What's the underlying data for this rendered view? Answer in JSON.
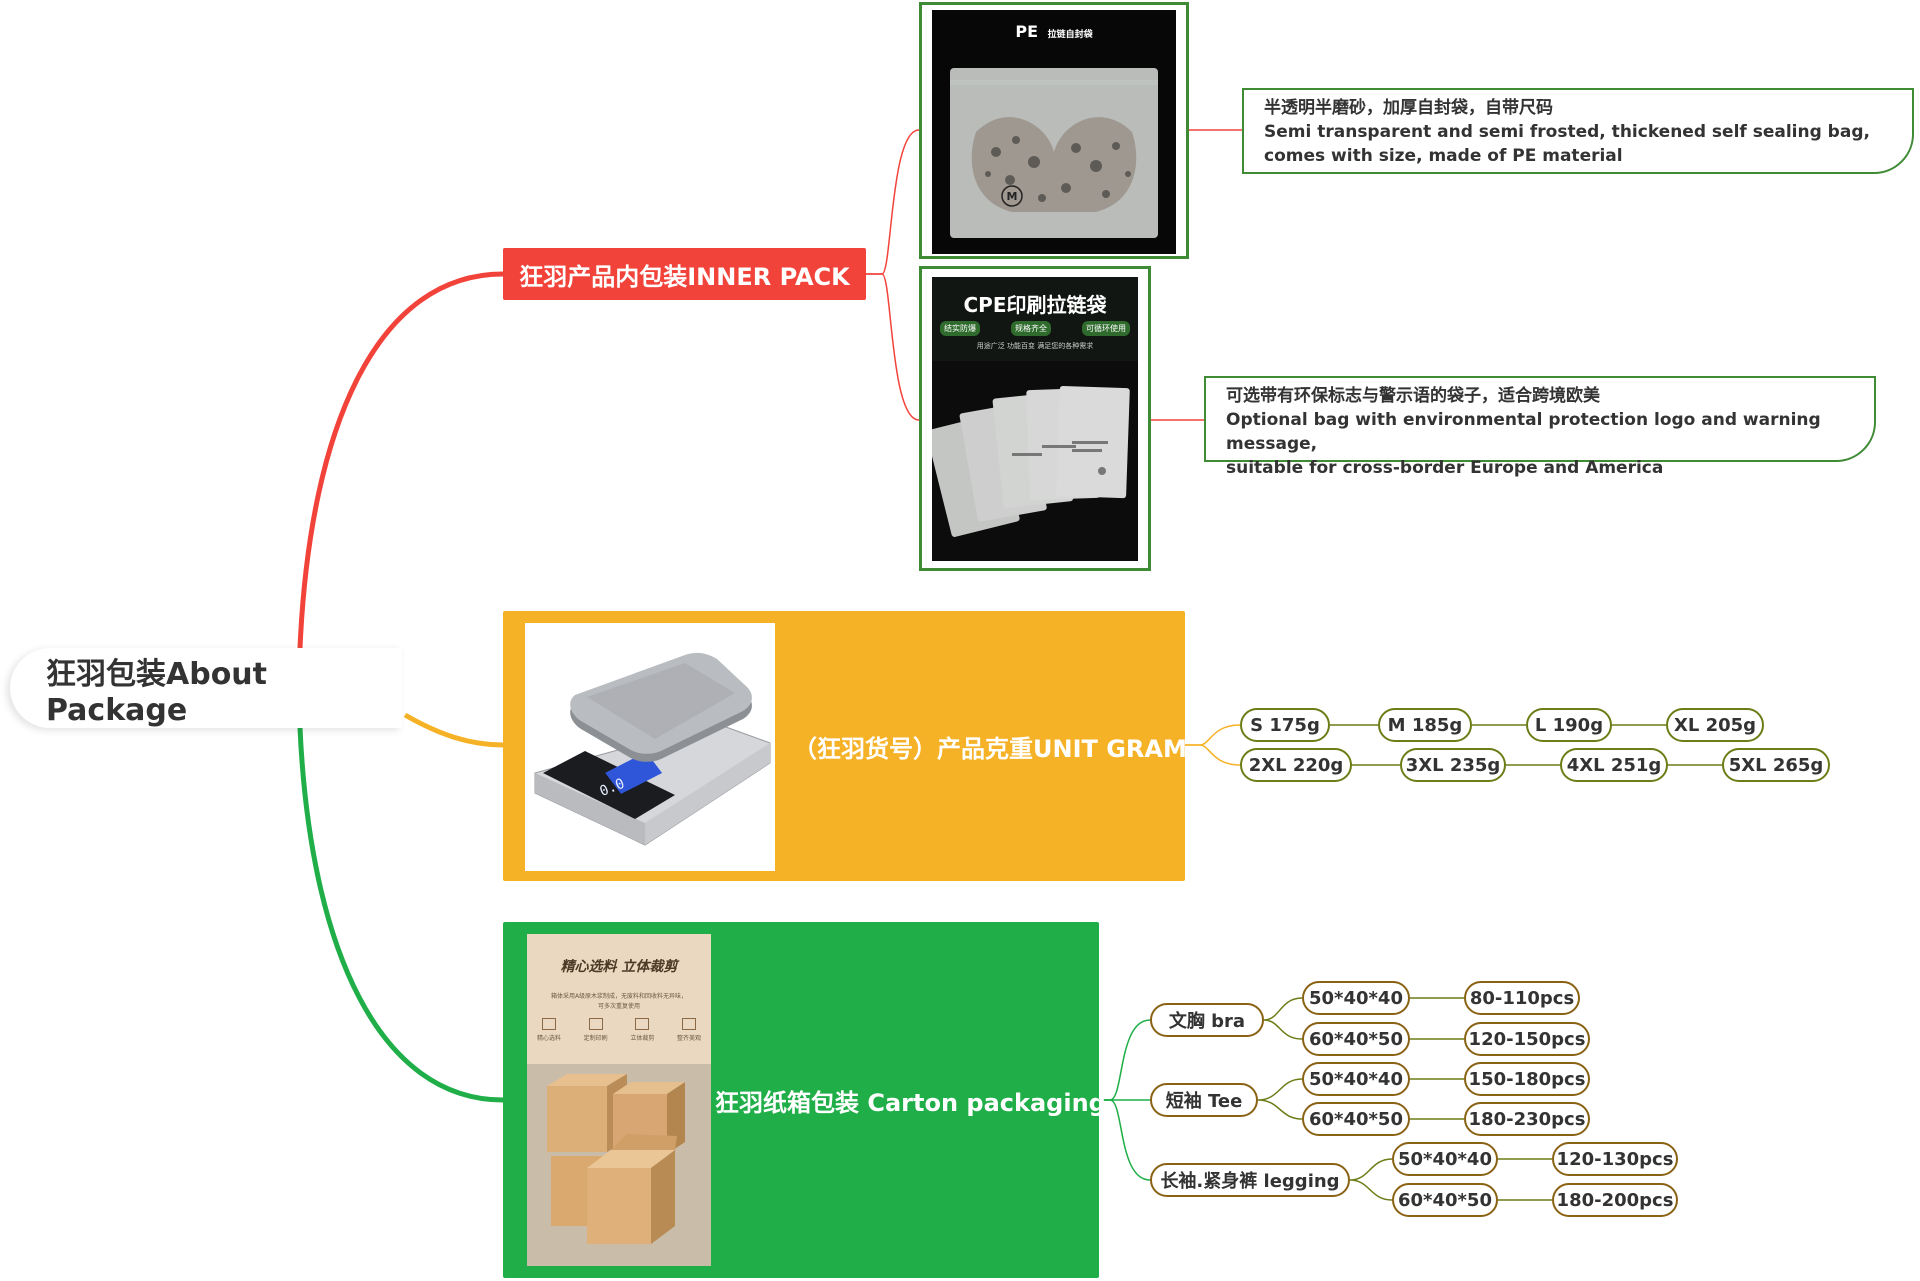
{
  "root": {
    "title": "狂羽包装About Package"
  },
  "inner_pack": {
    "label": "狂羽产品内包装INNER PACK",
    "pe_image_title": "PE",
    "pe_image_subtitle": "拉链自封袋",
    "pe_size_mark": "M",
    "pe_description": {
      "line1": "半透明半磨砂，加厚自封袋，自带尺码",
      "line2": "Semi transparent and semi frosted, thickened self sealing bag,",
      "line3": "comes with size, made of PE material"
    },
    "cpe_image_title": "CPE印刷拉链袋",
    "cpe_image_tags": [
      "结实防爆",
      "规格齐全",
      "可循环使用"
    ],
    "cpe_image_tagline": "用途广泛  功能百变  满足您的各种需求",
    "cpe_description": {
      "line1": "可选带有环保标志与警示语的袋子，适合跨境欧美",
      "line2": "Optional bag with environmental protection logo and warning message,",
      "line3": "suitable for cross-border Europe and America"
    }
  },
  "unit_gram": {
    "label": "（狂羽货号）产品克重UNIT GRAM",
    "scale_display": "0.0",
    "sizes": [
      "S 175g",
      "M 185g",
      "L 190g",
      "XL 205g",
      "2XL 220g",
      "3XL 235g",
      "4XL 251g",
      "5XL 265g"
    ]
  },
  "carton": {
    "label": "狂羽纸箱包装 Carton packaging",
    "image_heading": "精心选料 立体裁剪",
    "image_caption_1": "箱体采用A级原木浆制成，无废料和回收料无异味，",
    "image_caption_2": "可多次重复使用",
    "image_features": [
      "精心选料",
      "定制印刷",
      "立体裁剪",
      "整齐美观"
    ],
    "categories": [
      {
        "name": "文胸 bra",
        "boxes": [
          {
            "size": "50*40*40",
            "qty": "80-110pcs"
          },
          {
            "size": "60*40*50",
            "qty": "120-150pcs"
          }
        ]
      },
      {
        "name": "短袖 Tee",
        "boxes": [
          {
            "size": "50*40*40",
            "qty": "150-180pcs"
          },
          {
            "size": "60*40*50",
            "qty": "180-230pcs"
          }
        ]
      },
      {
        "name": "长袖.紧身裤 legging",
        "boxes": [
          {
            "size": "50*40*40",
            "qty": "120-130pcs"
          },
          {
            "size": "60*40*50",
            "qty": "180-200pcs"
          }
        ]
      }
    ]
  },
  "colors": {
    "red": "#f2433a",
    "yellow": "#f6b227",
    "green": "#1fae48",
    "frame": "#3f8a35",
    "pill_border": "#8a6213"
  }
}
